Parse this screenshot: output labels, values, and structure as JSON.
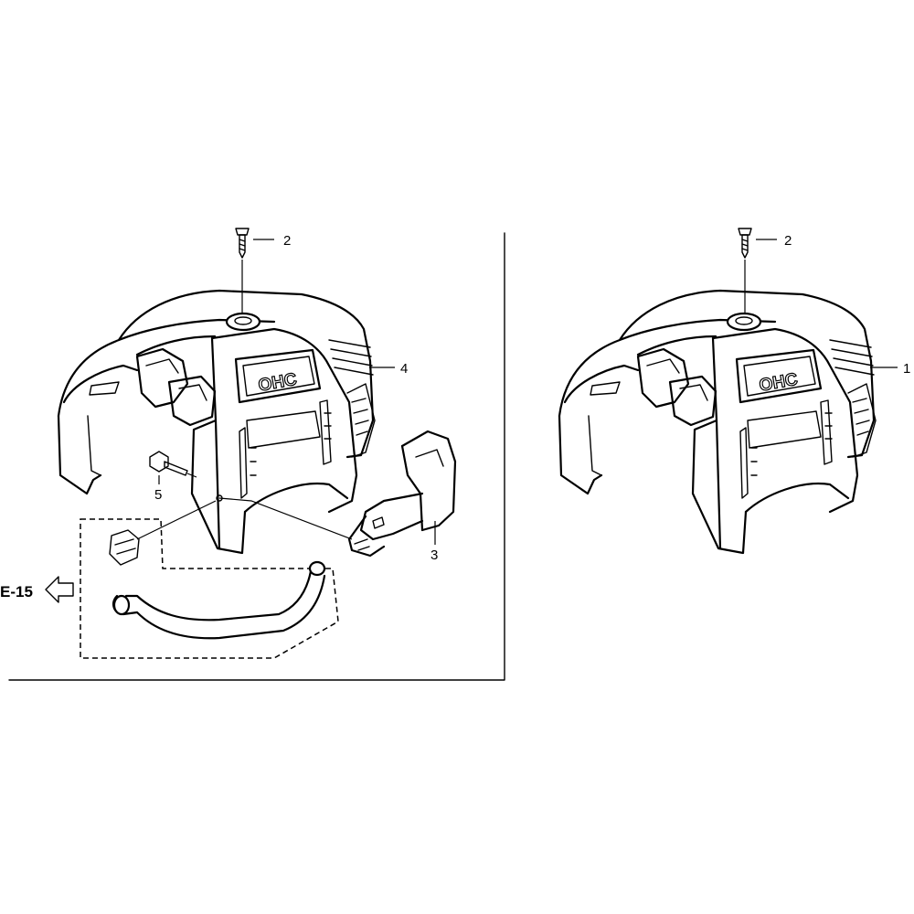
{
  "callouts": {
    "left_bolt": "2",
    "left_cover": "4",
    "left_grip": "3",
    "left_screw": "5",
    "right_bolt": "2",
    "right_cover": "1"
  },
  "reference": {
    "label": "E-15"
  },
  "emblem": {
    "text": "OHC"
  }
}
